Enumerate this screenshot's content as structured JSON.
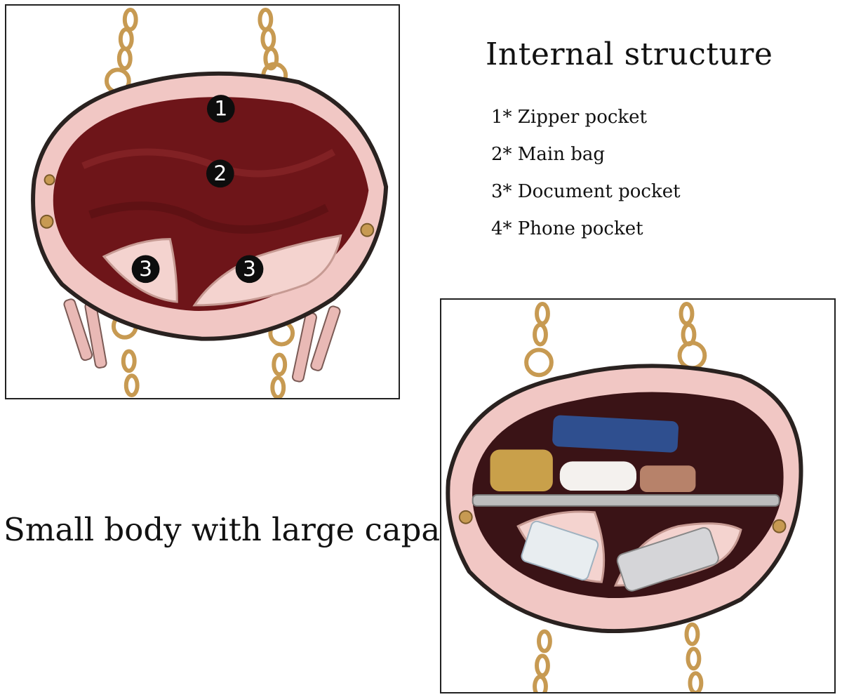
{
  "heading": "Internal structure",
  "legend": [
    {
      "number": "1",
      "text": "1* Zipper pocket"
    },
    {
      "number": "2",
      "text": "2* Main bag"
    },
    {
      "number": "3",
      "text": "3* Document pocket"
    },
    {
      "number": "4",
      "text": "4* Phone pocket"
    }
  ],
  "tagline": "Small body with large capacity",
  "markers": [
    "1",
    "2",
    "3",
    "3"
  ],
  "colors": {
    "bag_pink": "#f1c7c4",
    "lining_burgundy": "#6e1519",
    "chain_gold": "#c79a52",
    "trim_dark": "#2a2220"
  }
}
